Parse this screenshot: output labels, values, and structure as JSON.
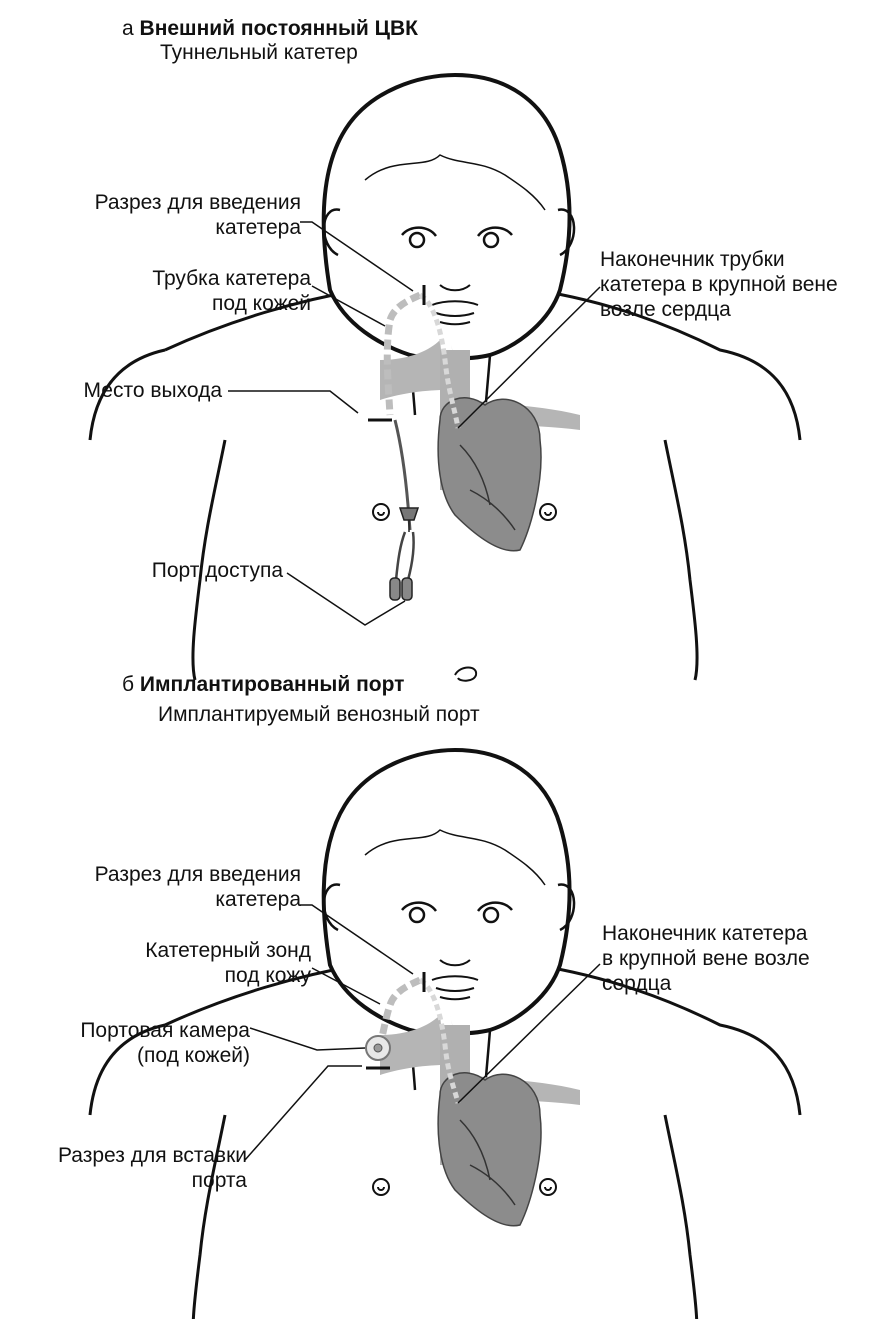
{
  "panel_a": {
    "letter": "а",
    "title": "Внешний постоянный ЦВК",
    "subtitle": "Туннельный катетер",
    "labels": {
      "incision": "Разрез для введения\nкатетера",
      "tube": "Трубка катетера\nпод кожей",
      "exit": "Место выхода",
      "access_port": "Порт доступа",
      "tip": "Наконечник трубки\nкатетера в крупной вене\nвозле сердца"
    }
  },
  "panel_b": {
    "letter": "б",
    "title": "Имплантированный порт",
    "subtitle": "Имплантируемый венозный порт",
    "labels": {
      "incision": "Разрез для введения\nкатетера",
      "probe": "Катетерный зонд\nпод кожу",
      "chamber": "Портовая камера\n(под кожей)",
      "port_incision": "Разрез для вставки\nпорта",
      "tip": "Наконечник катетера\nв крупной вене возле\nсердца"
    }
  },
  "colors": {
    "outline": "#111111",
    "vessel": "#b5b5b5",
    "heart": "#8c8c8c",
    "catheter": "#bdbdbd",
    "tube": "#555555"
  }
}
